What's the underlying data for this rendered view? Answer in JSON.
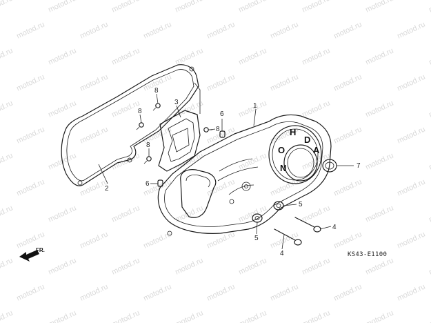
{
  "watermark": {
    "text": "motod.ru"
  },
  "callouts": {
    "p1": "1",
    "p2": "2",
    "p3": "3",
    "p4a": "4",
    "p4b": "4",
    "p5a": "5",
    "p5b": "5",
    "p6a": "6",
    "p6b": "6",
    "p7": "7",
    "p8a": "8",
    "p8b": "8",
    "p8c": "8",
    "p8d": "8"
  },
  "direction": {
    "label": "FR."
  },
  "diagram_code": "KS43-E1100",
  "cover_logo": [
    "H",
    "O",
    "N",
    "D",
    "A"
  ]
}
